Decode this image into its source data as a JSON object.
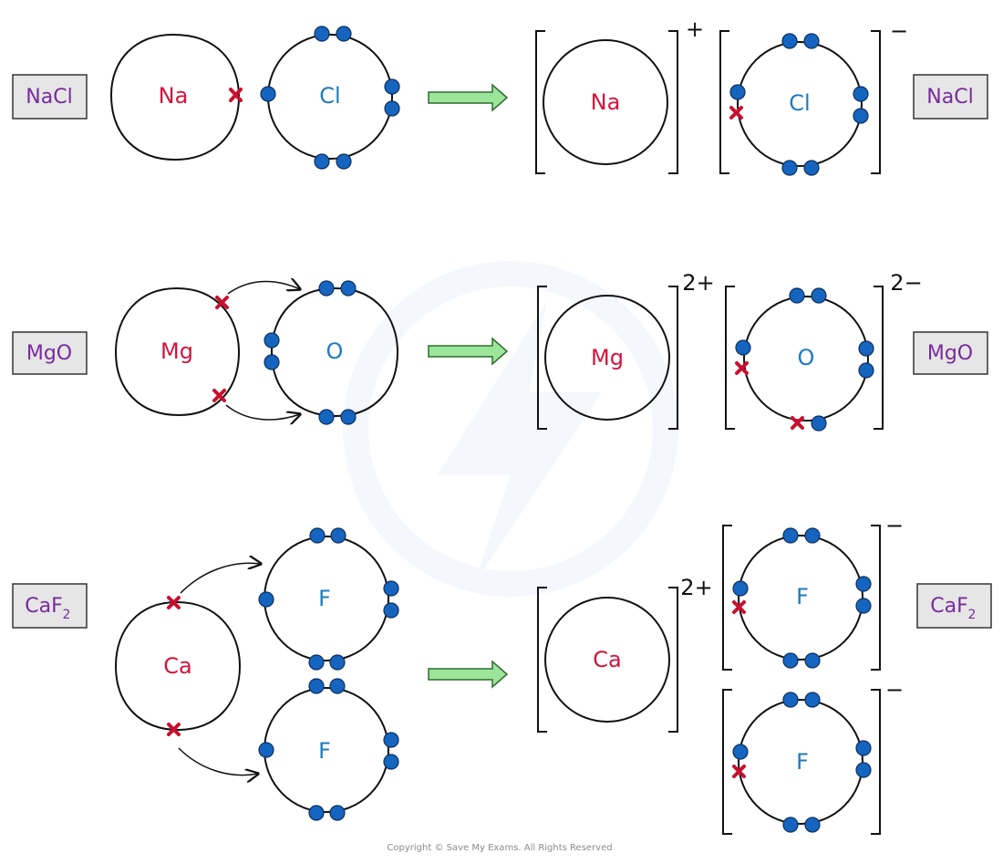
{
  "rows": {
    "nacl": {
      "label": "NaCl",
      "metal": "Na",
      "nonmetal": "Cl",
      "metal_charge": "+",
      "nonmetal_charge": "−"
    },
    "mgo": {
      "label": "MgO",
      "metal": "Mg",
      "nonmetal": "O",
      "metal_charge": "2+",
      "nonmetal_charge": "2−"
    },
    "caf2": {
      "label_main": "CaF",
      "label_sub": "2",
      "metal": "Ca",
      "nonmetal": "F",
      "metal_charge": "2+",
      "nonmetal_charge": "−"
    }
  },
  "footer": {
    "copyright": "Copyright © Save My Exams. All Rights Reserved"
  },
  "colors": {
    "metal": "#d4143c",
    "nonmetal": "#1e7bbf",
    "electron_dot": "#1565c0",
    "electron_cross": "#c8102e",
    "label": "#7a2a9c",
    "arrow": "#9be69b"
  }
}
